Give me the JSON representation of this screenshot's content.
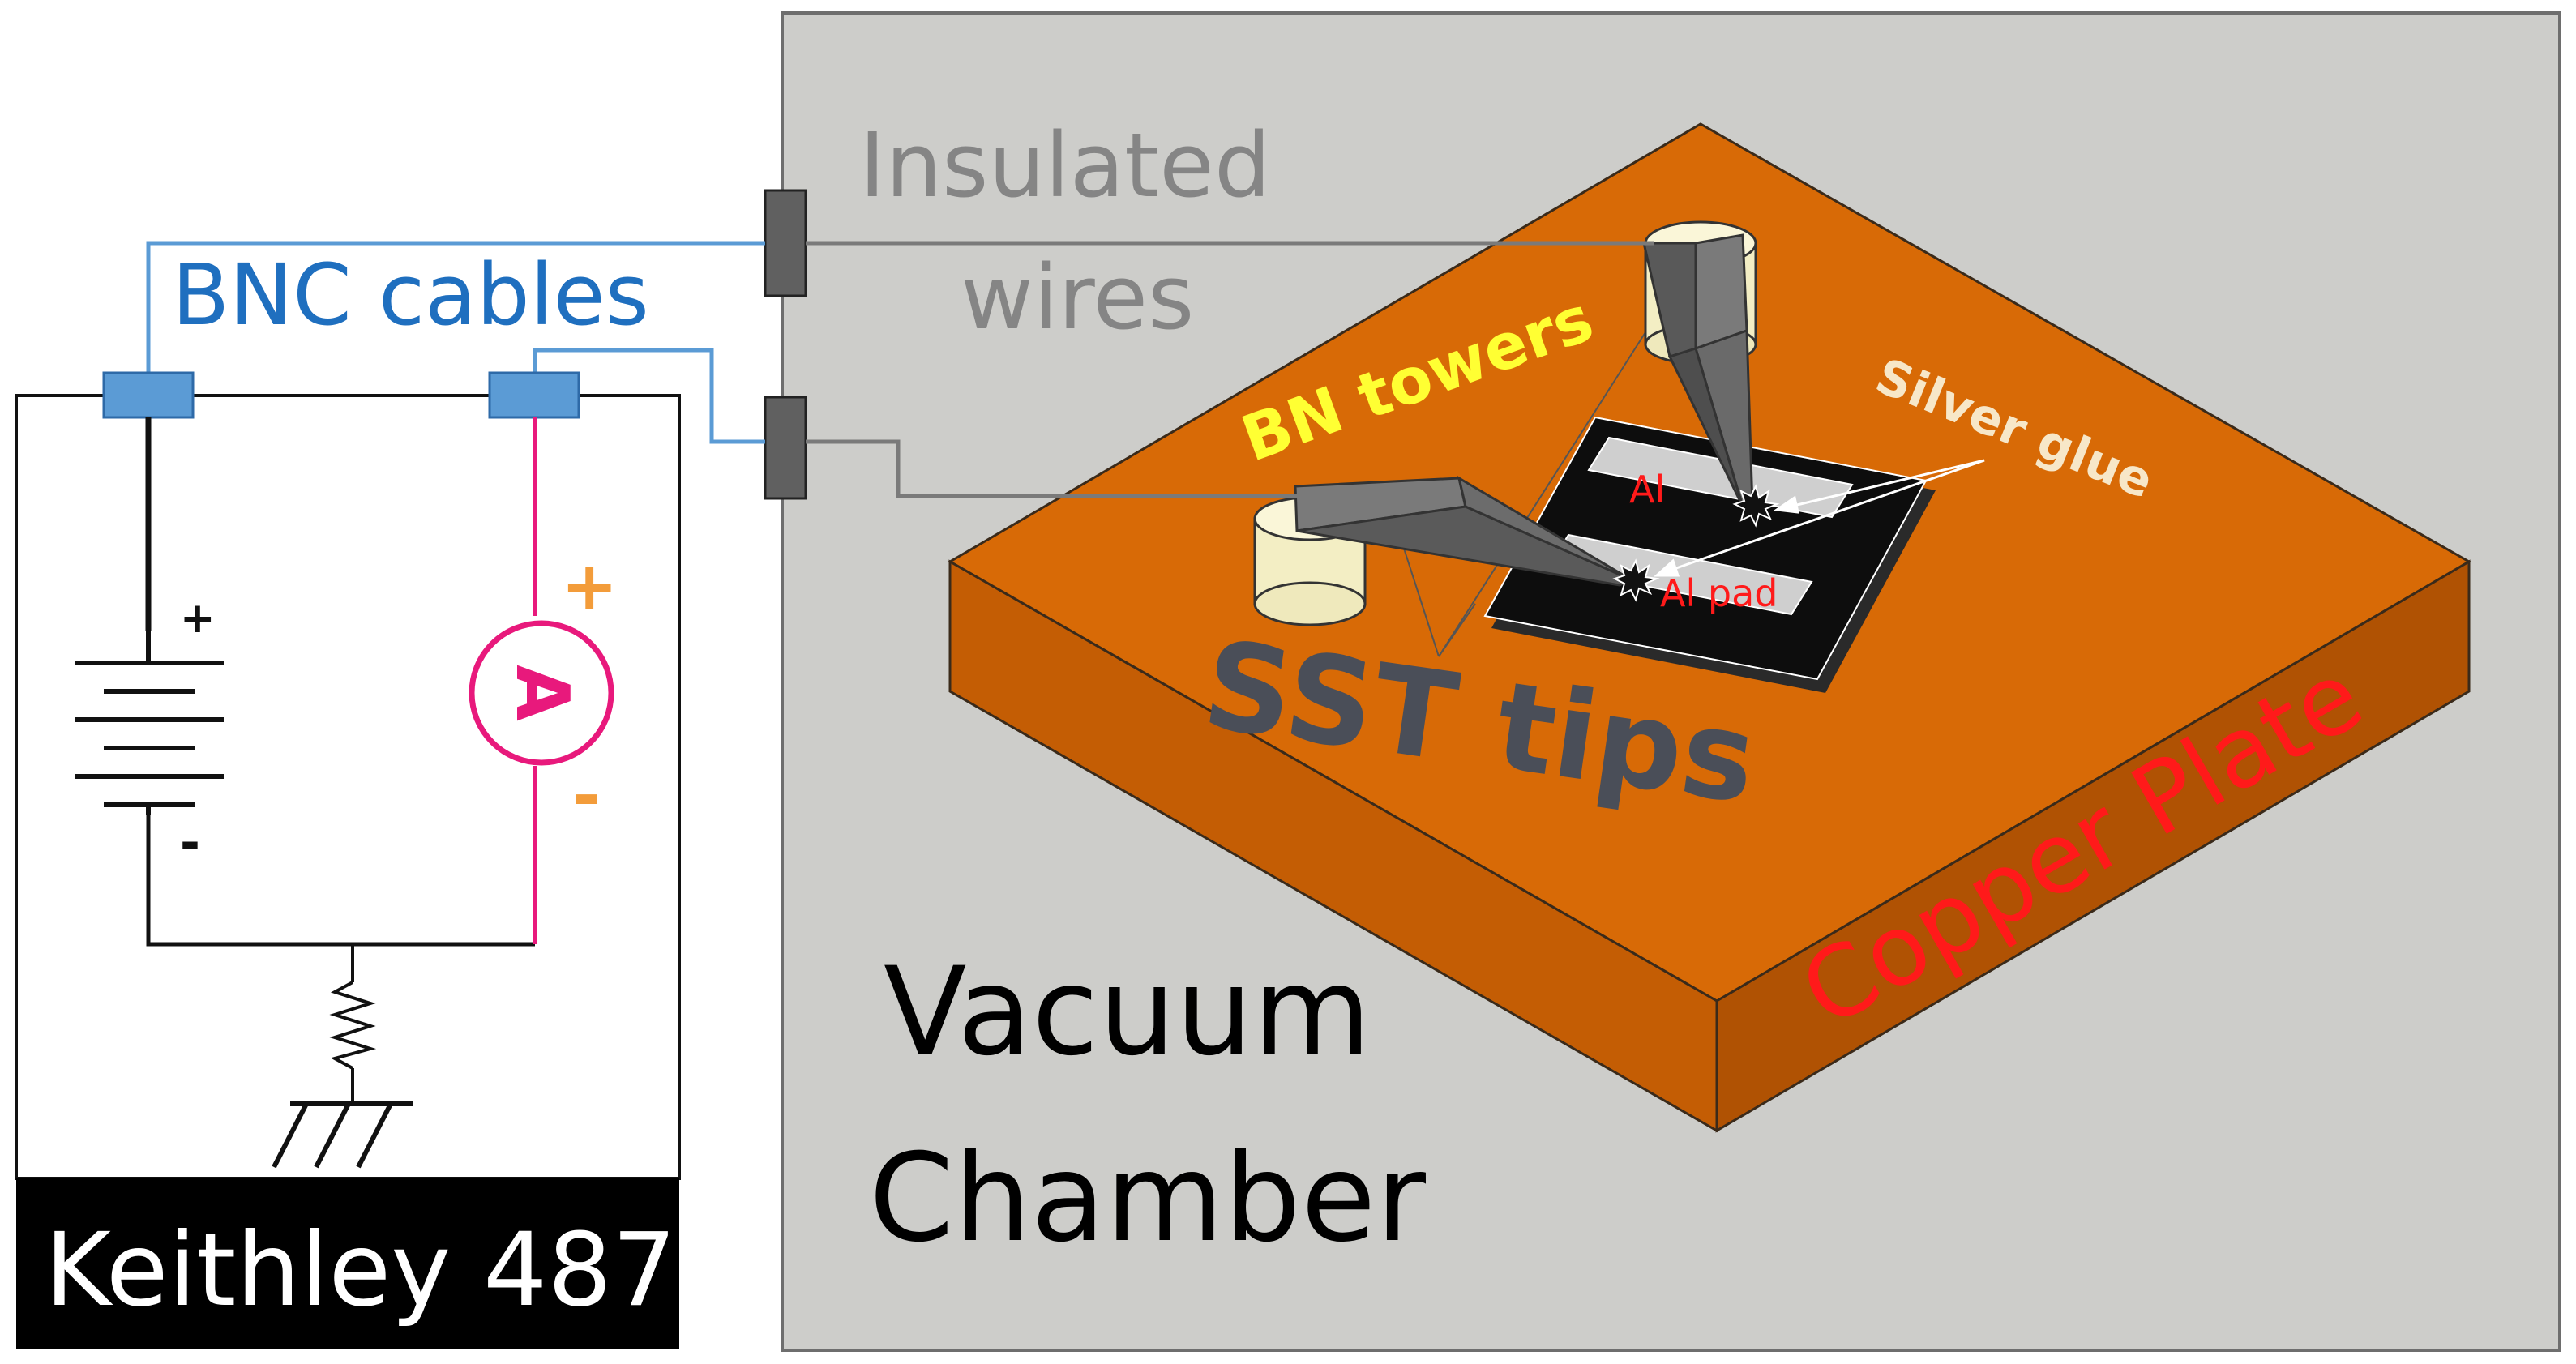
{
  "labels": {
    "insulated_line1": "Insulated",
    "insulated_line2": "wires",
    "bnc_cables": "BNC cables",
    "bn_towers": "BN towers",
    "silver_glue": "Silver glue",
    "al": "Al",
    "al_pad": "Al pad",
    "sst_tips": "SST tips",
    "copper_plate": "Copper Plate",
    "vacuum_line1": "Vacuum",
    "vacuum_line2": "Chamber",
    "keithley": "Keithley 487",
    "battery_plus": "+",
    "battery_minus": "-",
    "ammeter_letter": "A",
    "ammeter_plus": "+",
    "ammeter_minus": "-"
  },
  "colors": {
    "chamber_fill": "#cdcdca",
    "chamber_stroke": "#6e6e6e",
    "copper_top": "#d86a06",
    "copper_side_left": "#c45d04",
    "copper_side_right": "#b05203",
    "bnc_blue": "#5b9bd5",
    "bnc_text": "#1f6fbf",
    "gray_text": "#858585",
    "yellow_text": "#ffff33",
    "red_text": "#ff1a1a",
    "pink": "#e8197c",
    "orange": "#f39c3a",
    "tip_gray": "#6f6f6f",
    "sst_text": "#4a4e58"
  },
  "icons": [
    "battery-icon",
    "ammeter-icon",
    "resistor-icon",
    "ground-icon",
    "bnc-connector-icon",
    "feedthrough-icon",
    "spark-icon"
  ]
}
